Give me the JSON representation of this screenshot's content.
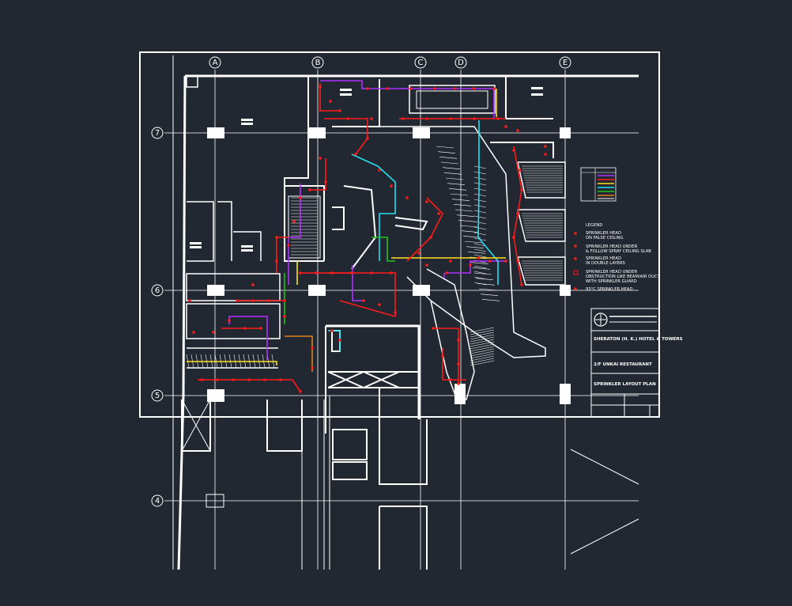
{
  "grid": {
    "columns": [
      "A",
      "B",
      "C",
      "D",
      "E"
    ],
    "rows": [
      "7",
      "6",
      "5",
      "4"
    ]
  },
  "legend": {
    "title": "LEGEND",
    "items": [
      {
        "line1": "SPRINKLER HEAD",
        "line2": "ON FALSE CEILING",
        "symbol": "dot"
      },
      {
        "line1": "SPRINKLER HEAD UNDER",
        "line2": "& FOLLOW SPRAY CEILING SLAB",
        "symbol": "dot"
      },
      {
        "line1": "SPRINKLER HEAD",
        "line2": "IN DOUBLE LAYERS",
        "symbol": "dot"
      },
      {
        "line1": "SPRINKLER HEAD UNDER",
        "line2": "OBSTRUCTION LIKE BEAM/AIR DUCT",
        "line3": "WITH SPRINKLER GUARD",
        "symbol": "square"
      },
      {
        "line1": "93°C SPRINKLER HEAD",
        "symbol": "dot"
      }
    ]
  },
  "pipe_colors": {
    "main": "#ff1a1a",
    "purple": "#b030ff",
    "cyan": "#22e0f0",
    "yellow": "#ffe020",
    "green": "#22c020",
    "orange": "#e08020",
    "wall": "#ffffff",
    "grid_line": "#ffffff",
    "background": "#222831"
  },
  "title_block": {
    "project": "SHERATON (H. K.) HOTEL & TOWERS",
    "drawing_area": "2/F UNKAI RESTAURANT",
    "drawing_title": "SPRINKLER LAYOUT PLAN"
  }
}
